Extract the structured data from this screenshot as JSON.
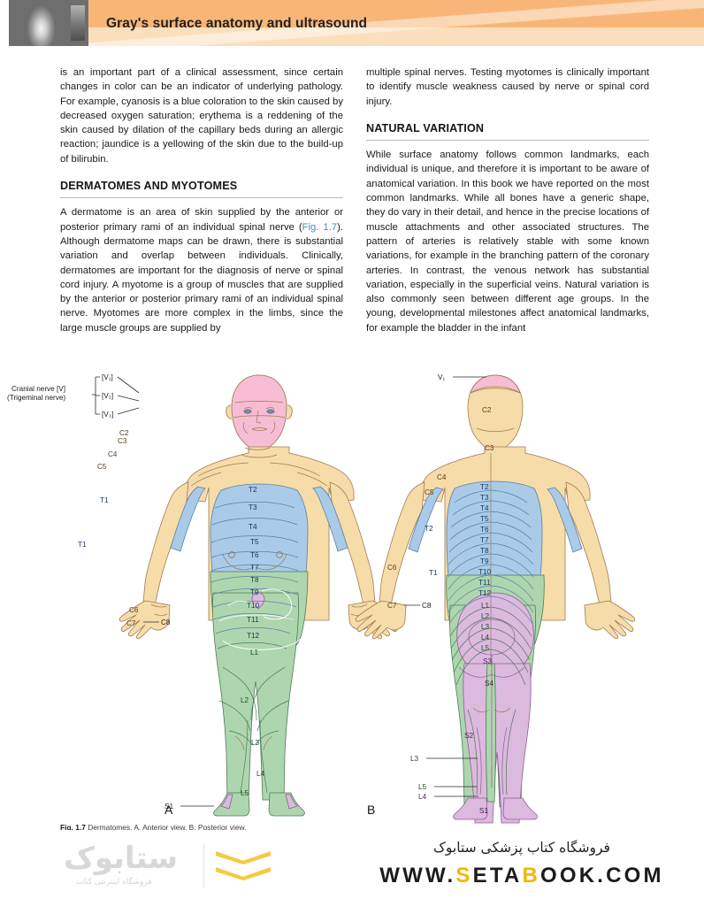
{
  "header": {
    "title": "Gray's surface anatomy and ultrasound",
    "thumbnail_alt": "grayscale-anatomy-photo",
    "band_color_top": "#f7b678",
    "band_color_bottom": "#fbdfbc"
  },
  "columns": {
    "left": {
      "paragraph_1": "is an important part of a clinical assessment, since certain changes in color can be an indicator of underlying pathology. For example, cyanosis is a blue coloration to the skin caused by decreased oxygen saturation; erythema is a reddening of the skin caused by dilation of the capillary beds during an allergic reaction; jaundice is a yellowing of the skin due to the build-up of bilirubin.",
      "heading": "DERMATOMES AND MYOTOMES",
      "paragraph_2_a": "A dermatome is an area of skin supplied by the anterior or posterior primary rami of an individual spinal nerve (",
      "paragraph_2_link": "Fig. 1.7",
      "paragraph_2_b": "). Although dermatome maps can be drawn, there is substantial variation and overlap between individuals. Clinically, dermatomes are important for the diagnosis of nerve or spinal cord injury. A myotome is a group of muscles that are supplied by the anterior or posterior primary rami of an individual spinal nerve. Myotomes are more complex in the limbs, since the large muscle groups are supplied by"
    },
    "right": {
      "paragraph_1": "multiple spinal nerves. Testing myotomes is clinically important to identify muscle weakness caused by nerve or spinal cord injury.",
      "heading": "NATURAL VARIATION",
      "paragraph_2": "While surface anatomy follows common landmarks, each individual is unique, and therefore it is important to be aware of anatomical variation. In this book we have reported on the most common landmarks. While all bones have a generic shape, they do vary in their detail, and hence in the precise locations of muscle attachments and other associated structures. The pattern of arteries is relatively stable with some known variations, for example in the branching pattern of the coronary arteries. In contrast, the venous network has substantial variation, especially in the superficial veins. Natural variation is also commonly seen between different age groups. In the young, developmental milestones affect anatomical landmarks, for example the bladder in the infant"
    }
  },
  "figure": {
    "caption_label": "Fig. 1.7",
    "caption_text": "Dermatomes. A. Anterior view. B. Posterior view.",
    "panel_a_letter": "A",
    "panel_b_letter": "B",
    "colors": {
      "skin": "#f6dca8",
      "face_pink": "#f6bdd4",
      "trunk_blue": "#a9cbe8",
      "limb_green": "#aed6ae",
      "sacral_violet": "#dcb9df",
      "outline": "#8a6a4a"
    },
    "anterior_labels": {
      "cranial_nerve_line1": "Cranial nerve [V]",
      "cranial_nerve_line2": "(Trigeminal nerve)",
      "trigeminal_branches": [
        "[V₁]",
        "[V₂]",
        "[V₃]"
      ],
      "cervical": [
        "C2",
        "C3",
        "C4",
        "C5",
        "C6",
        "C7",
        "C8"
      ],
      "thoracic": [
        "T1",
        "T2",
        "T3",
        "T4",
        "T5",
        "T6",
        "T7",
        "T8",
        "T9",
        "T10",
        "T11",
        "T12"
      ],
      "lumbar": [
        "L1",
        "L2",
        "L3",
        "L4",
        "L5"
      ],
      "sacral": [
        "S1"
      ]
    },
    "posterior_labels": {
      "trigeminal": "V₁",
      "cervical": [
        "C2",
        "C3",
        "C4",
        "C5",
        "C6",
        "C7",
        "C8"
      ],
      "thoracic": [
        "T1",
        "T2",
        "T3",
        "T4",
        "T5",
        "T6",
        "T7",
        "T8",
        "T9",
        "T10",
        "T11",
        "T12"
      ],
      "lumbar": [
        "L1",
        "L2",
        "L3",
        "L4",
        "L5"
      ],
      "sacral": [
        "S1",
        "S2",
        "S3",
        "S4"
      ]
    }
  },
  "banner": {
    "persian_logo_text": "ستابوک",
    "persian_logo_sub": "فروشگاه اینترنتی کتاب",
    "persian_tagline": "فروشگاه کتاب پزشکی ستابوک",
    "url_prefix": "WWW.",
    "url_s": "S",
    "url_mid": "ETA",
    "url_b": "B",
    "url_suffix": "OOK.COM",
    "accent_color": "#f2b705"
  }
}
